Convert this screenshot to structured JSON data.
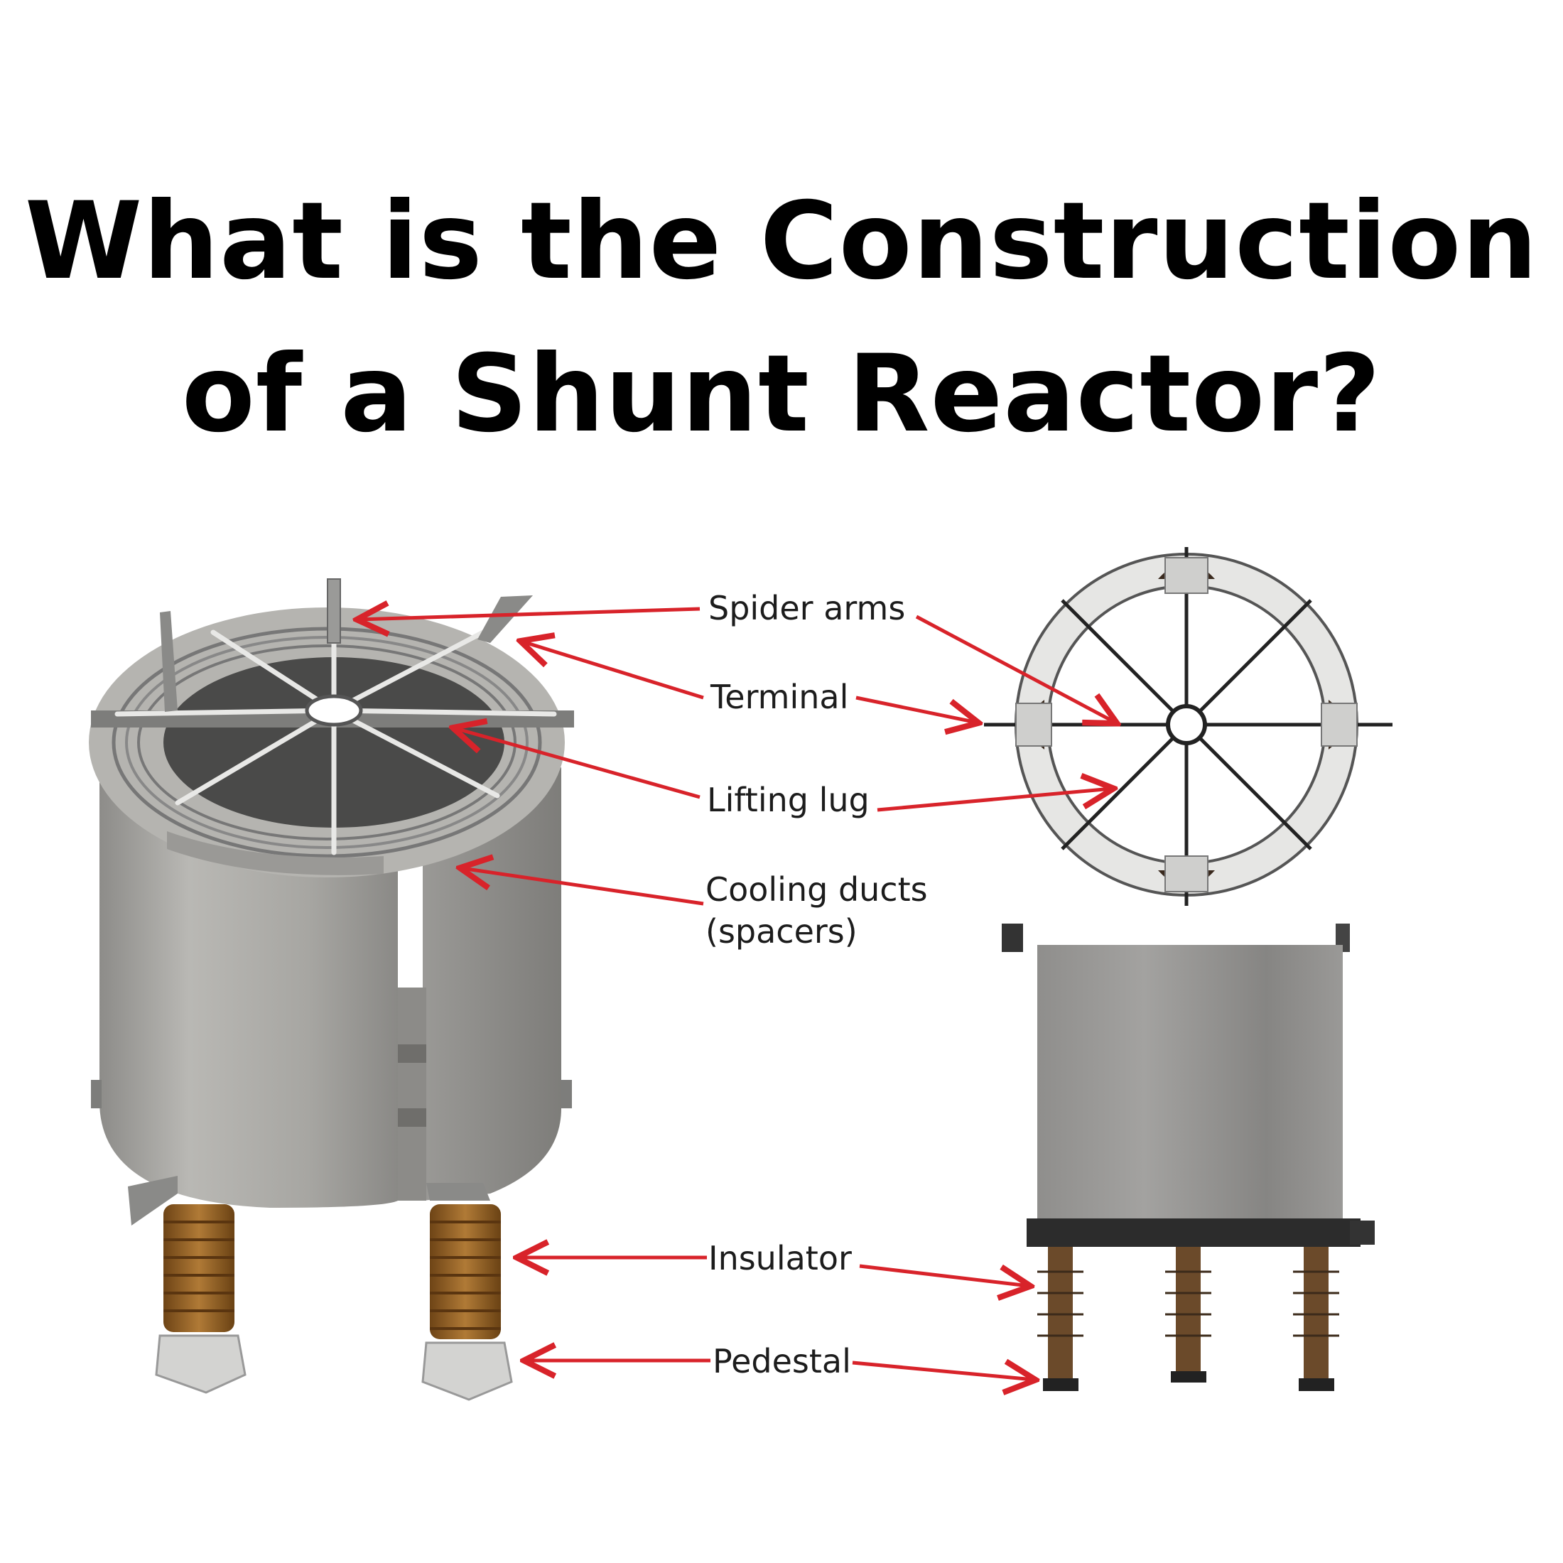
{
  "title": {
    "line1": "What is the Construction",
    "line2": "of a Shunt Reactor?"
  },
  "labels": {
    "spider_arms": "Spider arms",
    "terminal": "Terminal",
    "lifting_lug": "Lifting lug",
    "cooling_ducts_1": "Cooling ducts",
    "cooling_ducts_2": "(spacers)",
    "insulator": "Insulator",
    "pedestal": "Pedestal"
  },
  "colors": {
    "arrow": "#d8232a",
    "reactor_body": "#a9a8a4",
    "frame": "#5e5e5e",
    "insulator": "#8b5a1e",
    "text": "#1c1c1c"
  }
}
